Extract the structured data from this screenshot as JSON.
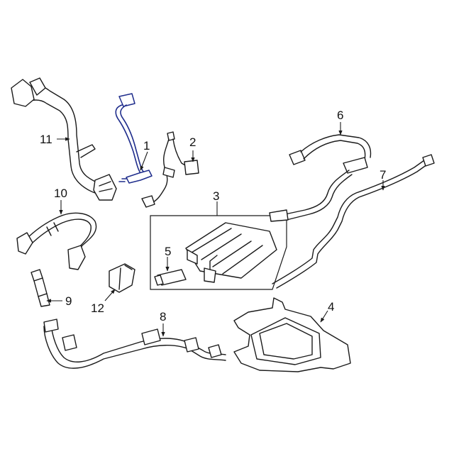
{
  "diagram": {
    "callouts": {
      "c1": "1",
      "c2": "2",
      "c3": "3",
      "c4": "4",
      "c5": "5",
      "c6": "6",
      "c7": "7",
      "c8": "8",
      "c9": "9",
      "c10": "10",
      "c11": "11",
      "c12": "12"
    },
    "colors": {
      "highlight": "#1f2d8c",
      "linework": "#1a1a1a",
      "background": "#ffffff"
    }
  }
}
